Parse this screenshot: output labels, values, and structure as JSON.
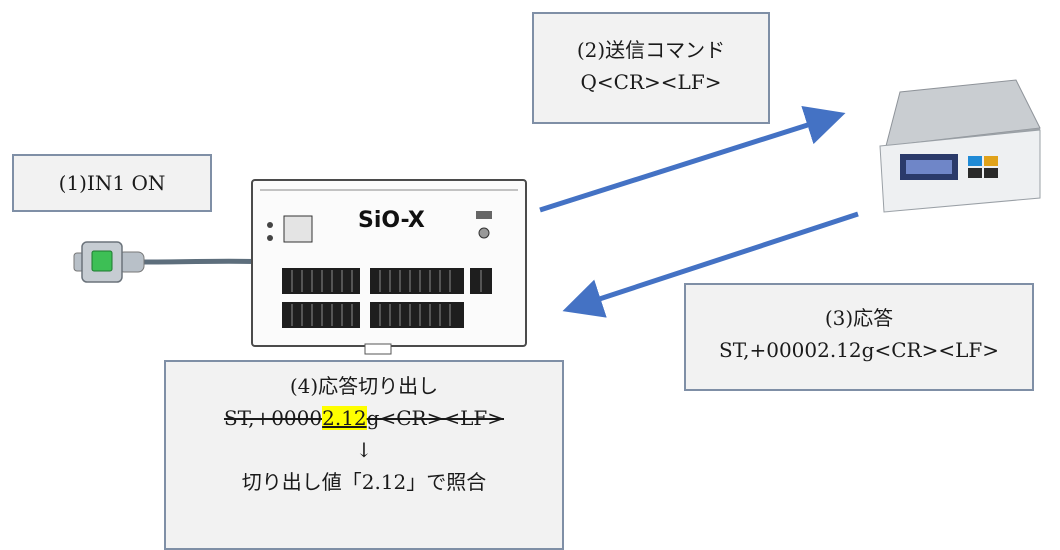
{
  "step1": {
    "label": "(1)IN1 ON"
  },
  "step2": {
    "line1": "(2)送信コマンド",
    "line2": "Q<CR><LF>"
  },
  "step3": {
    "line1": "(3)応答",
    "line2": "ST,+00002.12g<CR><LF>"
  },
  "step4": {
    "line1": "(4)応答切り出し",
    "strike_prefix": "ST,+0000",
    "highlight": "2.12",
    "strike_suffix": "g<CR><LF>",
    "arrow": "↓",
    "line3": "切り出し値「2.12」で照合"
  },
  "device": {
    "name": "SiO-X"
  },
  "colors": {
    "arrow": "#4472c4",
    "box_border": "#7f8fa6",
    "box_fill": "#f2f2f2",
    "highlight": "#ffff00"
  },
  "icons": [
    "push-switch-icon",
    "sio-x-controller-icon",
    "digital-scale-icon"
  ]
}
